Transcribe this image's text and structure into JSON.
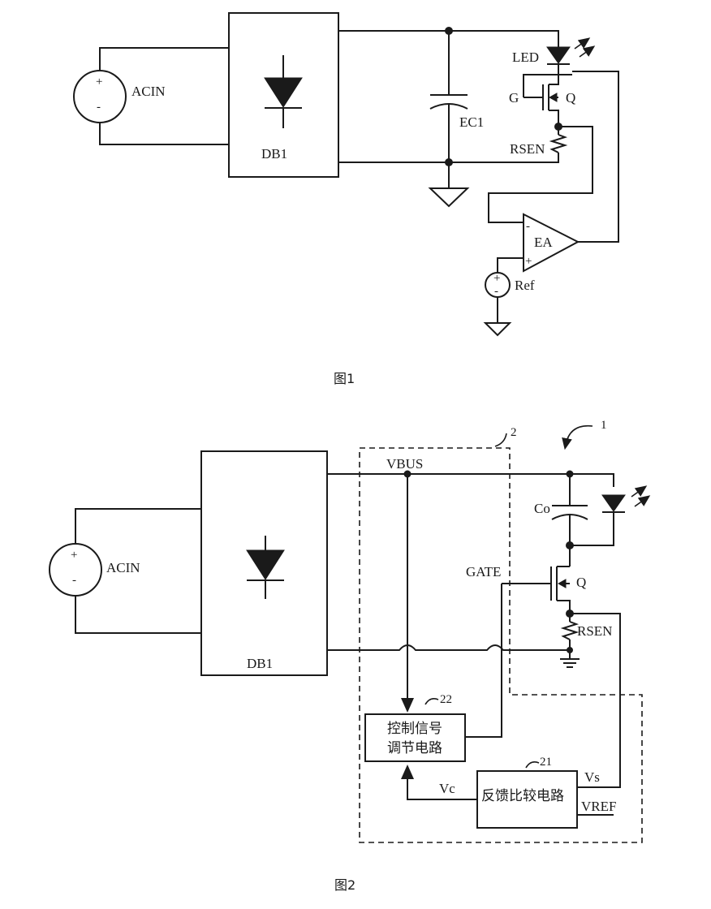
{
  "figure1": {
    "caption": "图1",
    "labels": {
      "source": "ACIN",
      "source_plus": "+",
      "source_minus": "-",
      "bridge": "DB1",
      "capacitor": "EC1",
      "led": "LED",
      "gate": "G",
      "transistor": "Q",
      "sense_resistor": "RSEN",
      "amplifier": "EA",
      "amp_minus": "-",
      "amp_plus": "+",
      "reference": "Ref",
      "ref_plus": "+",
      "ref_minus": "-"
    }
  },
  "figure2": {
    "caption": "图2",
    "labels": {
      "source": "ACIN",
      "source_plus": "+",
      "source_minus": "-",
      "bridge": "DB1",
      "bus": "VBUS",
      "capacitor": "Co",
      "gate": "GATE",
      "transistor": "Q",
      "sense_resistor": "RSEN",
      "block_22_line1": "控制信号",
      "block_22_line2": "调节电路",
      "block_21": "反馈比较电路",
      "ref_22": "22",
      "ref_21": "21",
      "ref_2": "2",
      "ref_1": "1",
      "vc": "Vc",
      "vs": "Vs",
      "vref": "VREF"
    }
  }
}
